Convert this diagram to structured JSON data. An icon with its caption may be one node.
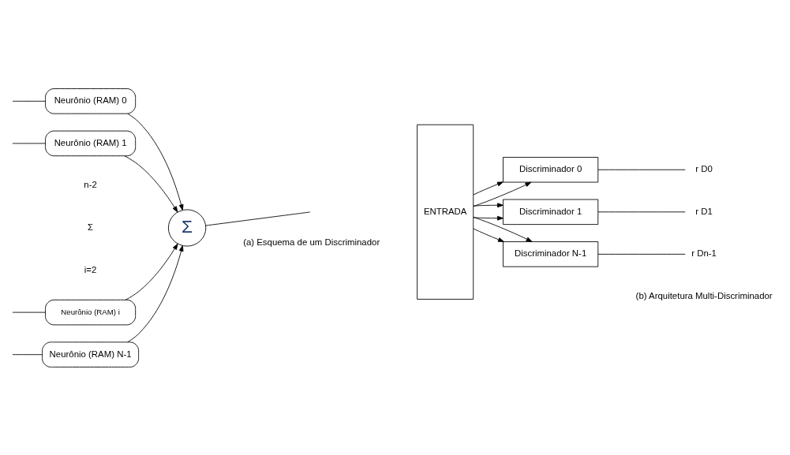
{
  "diagram": {
    "nodes": [
      {
        "text": [
          "Neurônio (RAM) 0"
        ]
      },
      {
        "text": [
          "Neurônio (RAM) 1"
        ]
      },
      {
        "text": [
          "Neurônio (RAM) i"
        ]
      },
      {
        "text": [
          "Neurônio (RAM) N-1"
        ]
      },
      {
        "text": [
          "Σ"
        ]
      },
      {
        "text": [
          "ENTRADA"
        ]
      },
      {
        "text": [
          "Discriminador 0"
        ]
      },
      {
        "text": [
          "Discriminador 1"
        ]
      },
      {
        "text": [
          "Discriminador N-1"
        ]
      },
      {
        "text": [
          "r D0"
        ]
      },
      {
        "text": [
          "r D1"
        ]
      },
      {
        "text": [
          "r Dn-1"
        ]
      }
    ],
    "edges": [
      {
        "from": null,
        "to": 0,
        "arrow": "none"
      },
      {
        "from": null,
        "to": 1,
        "arrow": "none"
      },
      {
        "from": null,
        "to": 2,
        "arrow": "none"
      },
      {
        "from": null,
        "to": 3,
        "arrow": "none"
      },
      {
        "from": 0,
        "to": 4,
        "arrow": "to"
      },
      {
        "from": 1,
        "to": 4,
        "arrow": "to"
      },
      {
        "from": 2,
        "to": 4,
        "arrow": "to"
      },
      {
        "from": 3,
        "to": 4,
        "arrow": "to"
      },
      {
        "from": 4,
        "to": null,
        "arrow": "none"
      },
      {
        "from": 5,
        "to": 6,
        "arrow": "to"
      },
      {
        "from": 5,
        "to": 7,
        "arrow": "to"
      },
      {
        "from": 5,
        "to": 8,
        "arrow": "to"
      },
      {
        "from": 5,
        "to": 6,
        "arrow": "to"
      },
      {
        "from": 5,
        "to": 7,
        "arrow": "to"
      },
      {
        "from": 5,
        "to": 8,
        "arrow": "to"
      },
      {
        "from": 6,
        "to": 9,
        "arrow": "none"
      },
      {
        "from": 7,
        "to": 10,
        "arrow": "none"
      },
      {
        "from": 8,
        "to": 11,
        "arrow": "none"
      }
    ],
    "labels": [
      "n-2",
      "Σ",
      "i=2",
      "(a) Esquema de um Discriminador",
      "(b) Arquitetura Multi-Discriminador"
    ]
  }
}
